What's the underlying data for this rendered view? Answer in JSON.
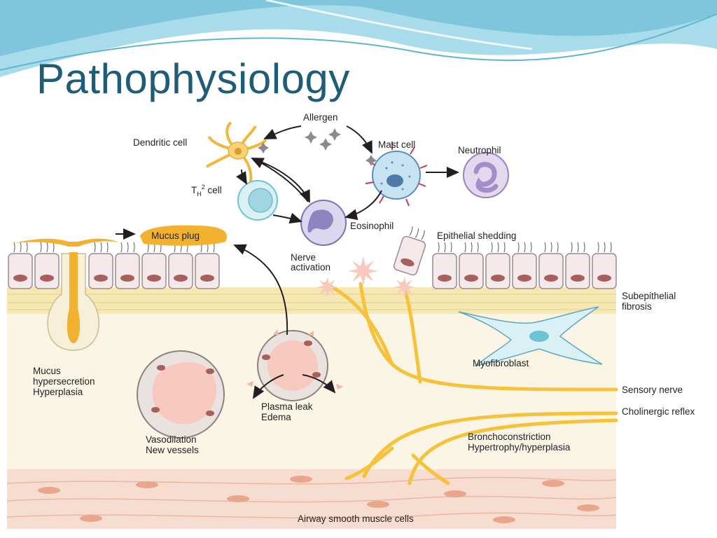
{
  "slide": {
    "title": "Pathophysiology"
  },
  "colors": {
    "title": "#1e5c77",
    "header_wave": "#7fc6dc",
    "tissue": "#fbf5e6",
    "membrane": "#f6e7b3",
    "nerve": "#f6c23a",
    "mucus": "#f2b12f",
    "muscle": "#f7ddd0",
    "cell_body": "#f3e9ea",
    "nucleus": "#a7605c"
  },
  "labels": {
    "allergen": "Allergen",
    "dendritic_cell": "Dendritic cell",
    "mast_cell": "Mast cell",
    "neutrophil": "Neutrophil",
    "th2_cell": "T",
    "th2_sub": "H",
    "th2_sup": "2",
    "th2_rest": " cell",
    "eosinophil": "Eosinophil",
    "mucus_plug": "Mucus plug",
    "epithelial_shedding": "Epithelial shedding",
    "nerve_activation_1": "Nerve",
    "nerve_activation_2": "activation",
    "subepithelial_1": "Subepithelial",
    "subepithelial_2": "fibrosis",
    "myofibroblast": "Myofibroblast",
    "sensory_nerve": "Sensory nerve",
    "cholinergic_reflex": "Cholinergic reflex",
    "mucus_hyper_1": "Mucus",
    "mucus_hyper_2": "hypersecretion",
    "mucus_hyper_3": "Hyperplasia",
    "vasodilation_1": "Vasodilation",
    "vasodilation_2": "New vessels",
    "plasma_leak_1": "Plasma leak",
    "plasma_leak_2": "Edema",
    "broncho_1": "Bronchoconstriction",
    "broncho_2": "Hypertrophy/hyperplasia",
    "smooth_muscle": "Airway smooth muscle cells"
  },
  "icons": {
    "allergen": "four-point-star-icon",
    "nerve_ending": "starburst-icon"
  }
}
